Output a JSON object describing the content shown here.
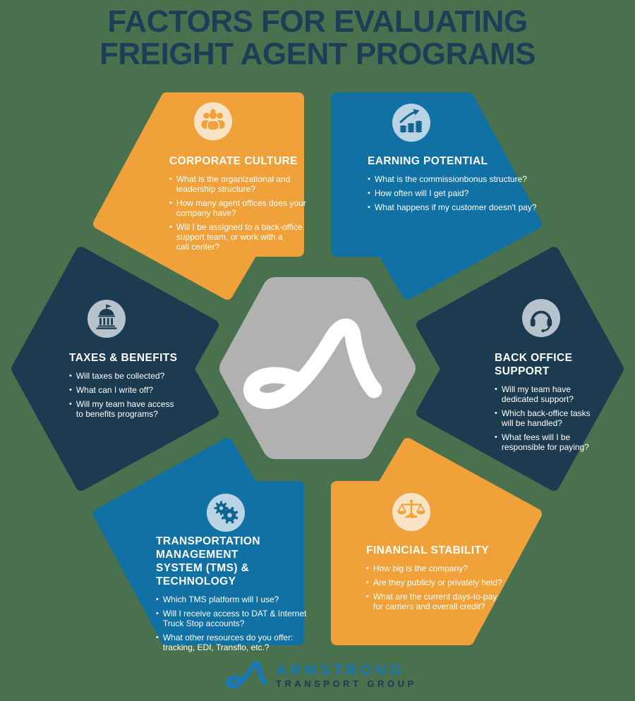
{
  "background_color": "#4A714E",
  "header": {
    "title_line1": "FACTORS FOR EVALUATING",
    "title_line2": "FREIGHT AGENT PROGRAMS",
    "title_color": "#1D3E57"
  },
  "ui": {
    "bullet_glyph": "•"
  },
  "colors": {
    "orange": "#F0A139",
    "blue": "#1171A5",
    "navy": "#1D3B50",
    "orange_light": "#F8E3C4",
    "blue_light": "#B9D4E4",
    "navy_light": "#B7C3CC",
    "glyph_blue": "#0F6590",
    "center_hex_gray": "#B1B1B1",
    "text": "#FFFFFF"
  },
  "sections": [
    {
      "id": "corporate-culture",
      "title": "CORPORATE CULTURE",
      "icon": "people-group-icon",
      "color": "#F0A139",
      "bullets": [
        "What is the organizational and\nleadership structure?",
        "How many agent offices does your\ncompany have?",
        "Will I be assigned to a back-office\nsupport team, or work with a\ncall center?"
      ]
    },
    {
      "id": "earning-potential",
      "title": "EARNING POTENTIAL",
      "icon": "coins-growth-icon",
      "color": "#1171A5",
      "bullets": [
        "What is the commissionbonus structure?",
        "How often will I get paid?",
        "What happens if my customer doesn't pay?"
      ]
    },
    {
      "id": "taxes-benefits",
      "title": "TAXES & BENEFITS",
      "icon": "bank-building-icon",
      "color": "#1D3B50",
      "bullets": [
        "Will taxes be collected?",
        "What can I write off?",
        "Will my team have access\nto benefits programs?"
      ]
    },
    {
      "id": "back-office-support",
      "title": "BACK OFFICE SUPPORT",
      "icon": "headset-icon",
      "color": "#1D3B50",
      "bullets": [
        "Will my team have\ndedicated support?",
        "Which back-office tasks\nwill be handled?",
        "What fees will I be\nresponsible for paying?"
      ]
    },
    {
      "id": "tms-technology",
      "title": "TRANSPORTATION MANAGEMENT\nSYSTEM (TMS) & TECHNOLOGY",
      "icon": "gears-icon",
      "color": "#1171A5",
      "bullets": [
        "Which TMS platform will I use?",
        "Will I receive access to DAT & Internet\nTruck Stop accounts?",
        "What other resources do you offer:\ntracking, EDI, Transflo, etc.?"
      ]
    },
    {
      "id": "financial-stability",
      "title": "FINANCIAL STABILITY",
      "icon": "scales-icon",
      "color": "#F0A139",
      "bullets": [
        "How big is the company?",
        "Are they publicly or privately held?",
        "What are the current days-to-pay\nfor carriers and overall credit?"
      ]
    }
  ],
  "footer": {
    "brand_name": "ARMSTRONG",
    "brand_subtitle": "TRANSPORT GROUP",
    "name_color": "#1878B8",
    "subtitle_color": "#1C3A52"
  }
}
